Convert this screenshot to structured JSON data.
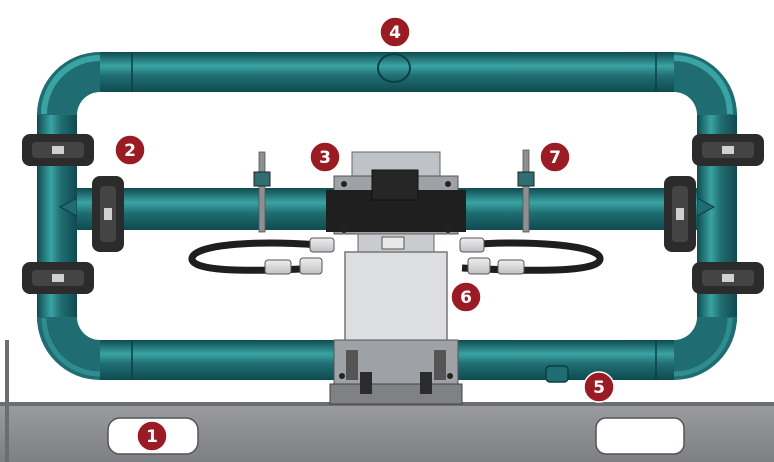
{
  "markers": [
    {
      "id": "1",
      "label": "1",
      "part": "base-frame"
    },
    {
      "id": "2",
      "label": "2",
      "part": "pipe-clamps"
    },
    {
      "id": "3",
      "label": "3",
      "part": "directional-valve"
    },
    {
      "id": "4",
      "label": "4",
      "part": "top-pipe-port"
    },
    {
      "id": "5",
      "label": "5",
      "part": "bottom-pipe-port"
    },
    {
      "id": "6",
      "label": "6",
      "part": "manifold-block"
    },
    {
      "id": "7",
      "label": "7",
      "part": "pipe-support-rod"
    }
  ],
  "colors": {
    "pipe": "#1f6d72",
    "pipe_highlight": "#3aa3a3",
    "pipe_shadow": "#0f4b50",
    "clamp": "#2b2b2b",
    "frame": "#8e8f93",
    "frame_dark": "#6c6d71",
    "marker": "#9b1b24",
    "manifold": "#d3d5d8",
    "hose": "#1e1e1e"
  }
}
